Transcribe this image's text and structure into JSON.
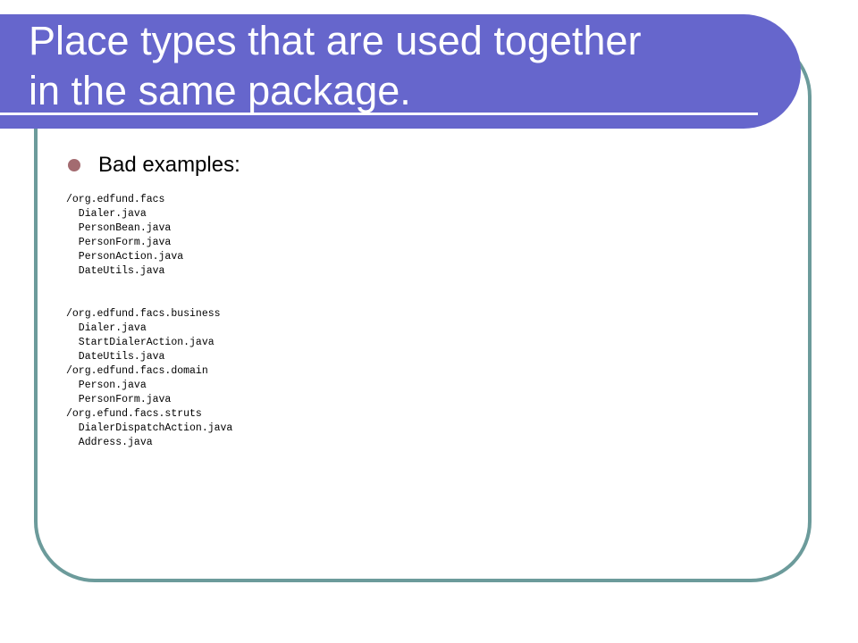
{
  "slide": {
    "title_lines": [
      "Place types that are used together",
      "in the same package."
    ],
    "bullet": "Bad examples:",
    "code_lines": [
      "/org.edfund.facs",
      "  Dialer.java",
      "  PersonBean.java",
      "  PersonForm.java",
      "  PersonAction.java",
      "  DateUtils.java",
      "",
      "",
      "/org.edfund.facs.business",
      "  Dialer.java",
      "  StartDialerAction.java",
      "  DateUtils.java",
      "/org.edfund.facs.domain",
      "  Person.java",
      "  PersonForm.java",
      "/org.efund.facs.struts",
      "  DialerDispatchAction.java",
      "  Address.java"
    ]
  },
  "colors": {
    "banner": "#6666cc",
    "frame": "#6c9b9b",
    "bullet": "#a36b70"
  }
}
